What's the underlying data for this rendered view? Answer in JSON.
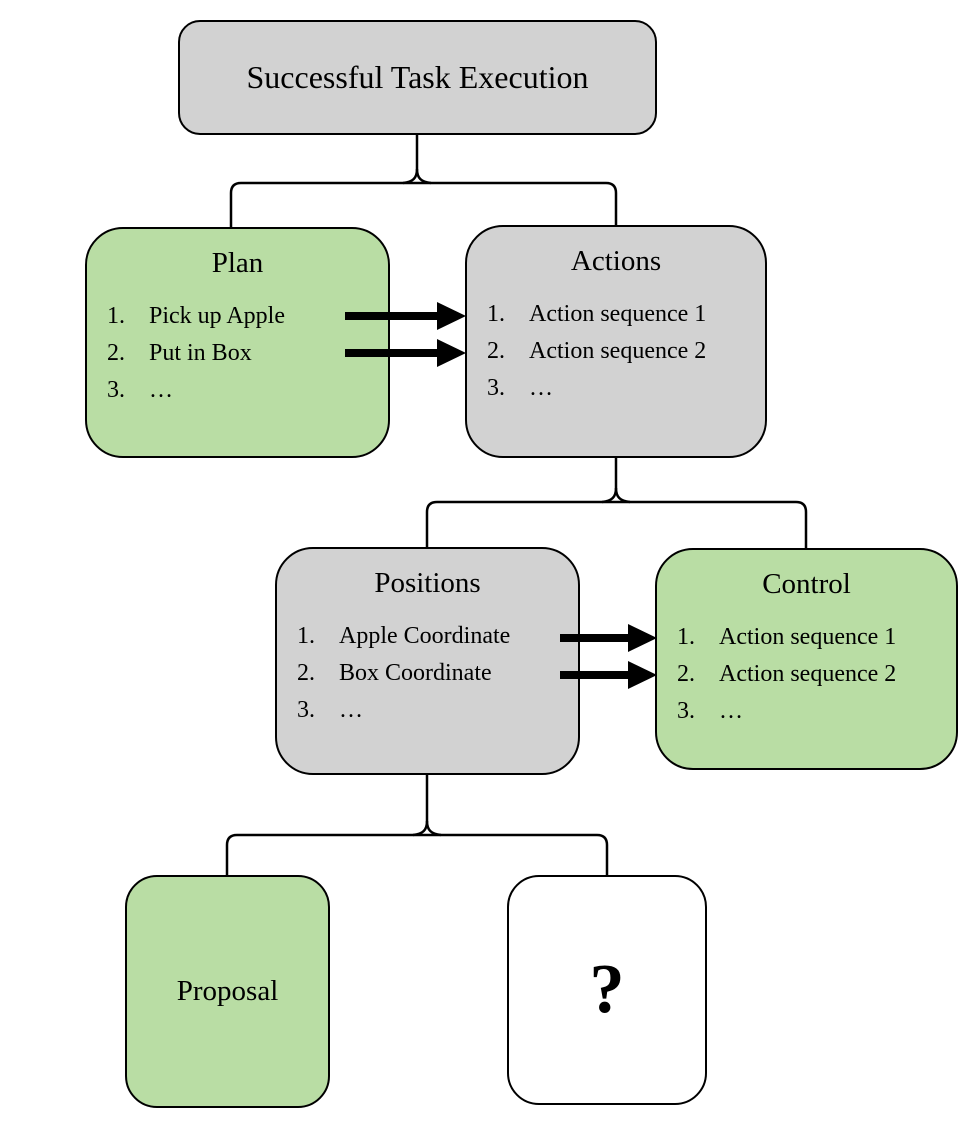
{
  "colors": {
    "green": "#b9dda4",
    "gray": "#d2d2d2",
    "white": "#ffffff",
    "line": "#000000"
  },
  "nodes": {
    "root": {
      "label": "Successful Task Execution"
    },
    "plan": {
      "title": "Plan",
      "items": [
        {
          "num": "1.",
          "text": "Pick up Apple"
        },
        {
          "num": "2.",
          "text": "Put in Box"
        },
        {
          "num": "3.",
          "text": "…"
        }
      ]
    },
    "actions": {
      "title": "Actions",
      "items": [
        {
          "num": "1.",
          "text": "Action sequence 1"
        },
        {
          "num": "2.",
          "text": "Action sequence 2"
        },
        {
          "num": "3.",
          "text": "…"
        }
      ]
    },
    "positions": {
      "title": "Positions",
      "items": [
        {
          "num": "1.",
          "text": "Apple Coordinate"
        },
        {
          "num": "2.",
          "text": "Box Coordinate"
        },
        {
          "num": "3.",
          "text": "…"
        }
      ]
    },
    "control": {
      "title": "Control",
      "items": [
        {
          "num": "1.",
          "text": "Action sequence 1"
        },
        {
          "num": "2.",
          "text": "Action sequence 2"
        },
        {
          "num": "3.",
          "text": "…"
        }
      ]
    },
    "proposal": {
      "label": "Proposal"
    },
    "unknown": {
      "label": "?"
    }
  }
}
